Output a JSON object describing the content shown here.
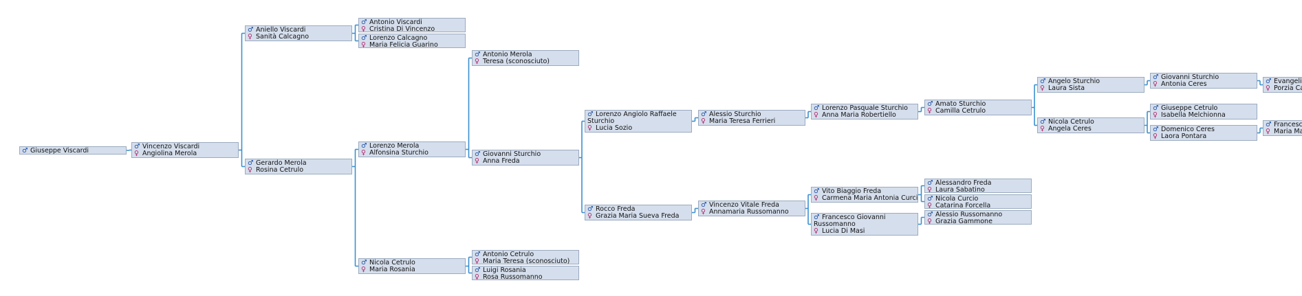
{
  "symbols": {
    "male": "♂",
    "female": "♀"
  },
  "colors": {
    "box_fill": "#d5deec",
    "box_border": "#9aaabf",
    "connector": "#3a8fd0",
    "male_symbol": "#2255aa",
    "female_symbol": "#b0246a"
  },
  "people": {
    "p1": {
      "male": "Giuseppe Viscardi"
    },
    "p2": {
      "male": "Vincenzo Viscardi",
      "female": "Angiolina Merola"
    },
    "p3": {
      "male": "Aniello Viscardi",
      "female": "Sanità Calcagno"
    },
    "p4": {
      "male": "Gerardo Merola",
      "female": "Rosina Cetrulo"
    },
    "p5": {
      "male": "Antonio Viscardi",
      "female": "Cristina Di Vincenzo"
    },
    "p6": {
      "male": "Lorenzo Calcagno",
      "female": "Maria Felicia Guarino"
    },
    "p7": {
      "male": "Lorenzo Merola",
      "female": "Alfonsina Sturchio"
    },
    "p8": {
      "male": "Nicola Cetrulo",
      "female": "Maria Rosania"
    },
    "p9": {
      "male": "Antonio Merola",
      "female": "Teresa (sconosciuto)"
    },
    "p10": {
      "male": "Giovanni Sturchio",
      "female": "Anna Freda"
    },
    "p11": {
      "male": "Antonio Cetrulo",
      "female": "Maria Teresa (sconosciuto)"
    },
    "p12": {
      "male": "Luigi Rosania",
      "female": "Rosa Russomanno"
    },
    "p13": {
      "male": "Lorenzo Angiolo Raffaele Sturchio",
      "female": "Lucia Sozio"
    },
    "p14": {
      "male": "Rocco Freda",
      "female": "Grazia Maria Sueva Freda"
    },
    "p15": {
      "male": "Alessio Sturchio",
      "female": "Maria Teresa Ferrieri"
    },
    "p16": {
      "male": "Vincenzo Vitale Freda",
      "female": "Annamaria Russomanno"
    },
    "p17": {
      "male": "Lorenzo Pasquale Sturchio",
      "female": "Anna Maria Robertiello"
    },
    "p18": {
      "male": "Vito Biaggio Freda",
      "female": "Carmena Maria Antonia Curcio"
    },
    "p19": {
      "male": "Francesco Giovanni Russomanno",
      "female": "Lucia Di Masi"
    },
    "p20": {
      "male": "Amato Sturchio",
      "female": "Camilla Cetrulo"
    },
    "p21": {
      "male": "Alessandro Freda",
      "female": "Laura Sabatino"
    },
    "p22": {
      "male": "Nicola Curcio",
      "female": "Catarina Forcella"
    },
    "p23": {
      "male": "Alessio Russomanno",
      "female": "Grazia Gammone"
    },
    "p24": {
      "male": "Angelo Sturchio",
      "female": "Laura Sista"
    },
    "p25": {
      "male": "Nicola Cetrulo",
      "female": "Angela Ceres"
    },
    "p26": {
      "male": "Giovanni Sturchio",
      "female": "Antonia Ceres"
    },
    "p27": {
      "male": "Giuseppe Cetrulo",
      "female": "Isabella Melchionna"
    },
    "p28": {
      "male": "Domenico Ceres",
      "female": "Laora Pontara"
    },
    "p29": {
      "male": "Evangelis",
      "female": "Porzia Ca"
    },
    "p30": {
      "male": "Francesc",
      "female": "Maria Maz"
    }
  }
}
